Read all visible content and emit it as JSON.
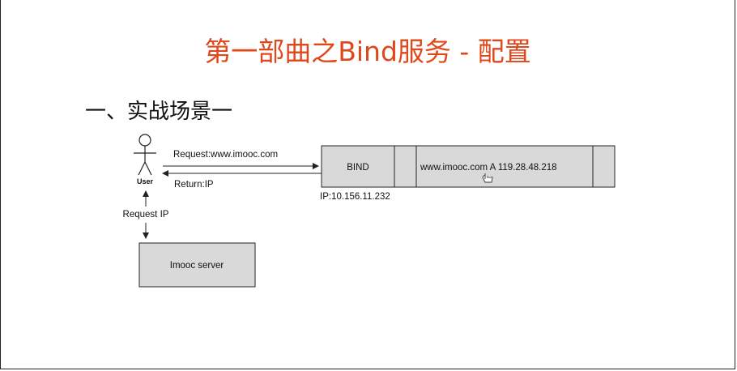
{
  "slide": {
    "title": "第一部曲之Bind服务 - 配置",
    "heading": "一、实战场景一"
  },
  "diagram": {
    "user_label": "User",
    "request_label": "Request:www.imooc.com",
    "return_label": "Return:IP",
    "request_ip_label": "Request IP",
    "bind_label": "BIND",
    "record_label": "www.imooc.com A 119.28.48.218",
    "ip_label": "IP:10.156.11.232",
    "server_label": "Imooc server"
  },
  "colors": {
    "title": "#e0471a",
    "box_fill": "#d9d9d9",
    "line": "#222222"
  }
}
